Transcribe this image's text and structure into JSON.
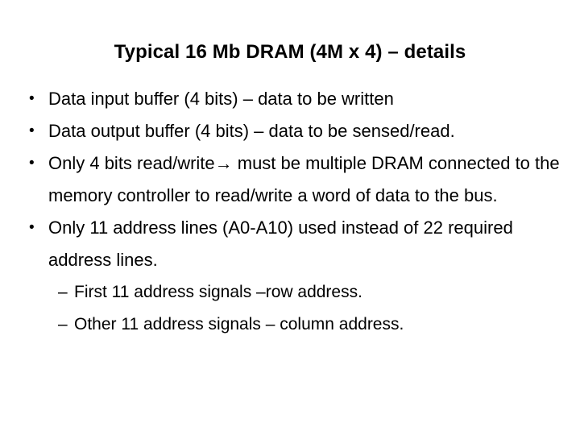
{
  "slide": {
    "title": "Typical 16 Mb DRAM (4M x 4) – details",
    "background_color": "#ffffff",
    "text_color": "#000000",
    "bullets": [
      {
        "level": 1,
        "marker": "•",
        "text": "Data input buffer (4 bits) – data to be written"
      },
      {
        "level": 1,
        "marker": "•",
        "text": "Data output buffer (4 bits) – data to be sensed/read."
      },
      {
        "level": 1,
        "marker": "•",
        "text": "Only 4 bits read/write→ must be multiple DRAM connected to the memory controller to read/write a word of data to the bus."
      },
      {
        "level": 1,
        "marker": "•",
        "text": "Only 11 address lines (A0-A10) used instead of 22 required address lines."
      },
      {
        "level": 2,
        "marker": "–",
        "text": "First 11 address signals –row address."
      },
      {
        "level": 2,
        "marker": "–",
        "text": "Other 11 address signals – column address."
      }
    ]
  }
}
